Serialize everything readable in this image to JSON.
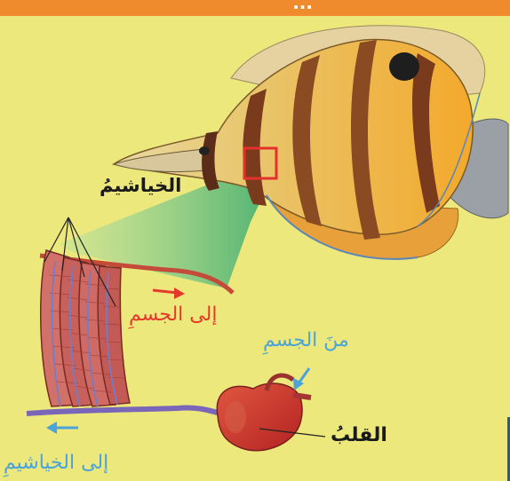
{
  "banner": {
    "text": "...",
    "color": "#ef8b2c"
  },
  "labels": {
    "gills": "الخياشيمُ",
    "to_body": "إلى الجسمِ",
    "from_body": "منَ الجسمِ",
    "heart": "القلبُ",
    "to_gills": "إلى الخياشيمِ"
  },
  "colors": {
    "background": "#ece87c",
    "red_label": "#e53a2b",
    "blue_label": "#4aa3d9",
    "dark_label": "#1a1a1a",
    "fish_body": "#f2c25a",
    "stripe": "#7a3a1c",
    "highlight_box": "#e4312b",
    "zoom_cone": "#5fbf86"
  },
  "icons": {
    "fish": "butterflyfish-illustration",
    "gills": "gill-filaments-illustration",
    "heart": "fish-heart-illustration",
    "arrows": "flow-arrow-icon"
  }
}
